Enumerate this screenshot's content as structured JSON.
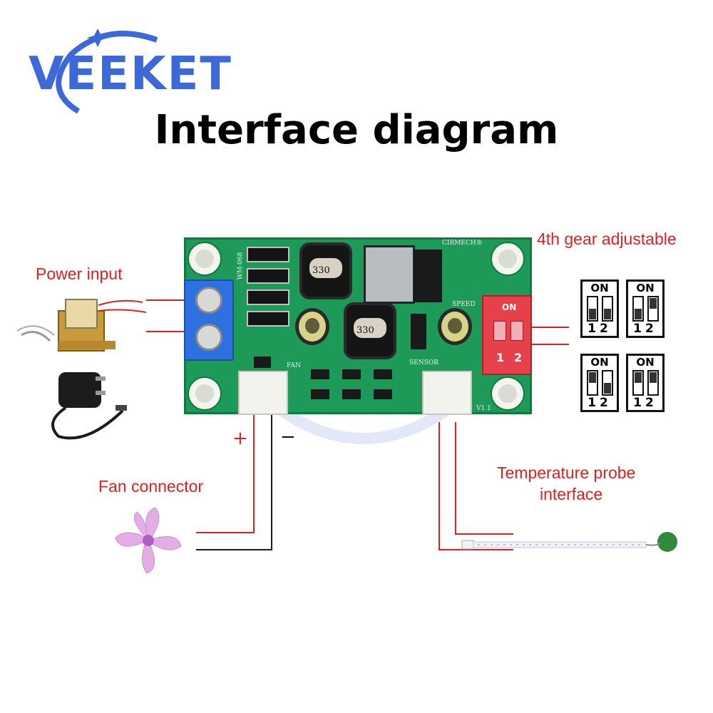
{
  "brand": {
    "name": "VEEKET",
    "color": "#3d68d8"
  },
  "title": "Interface diagram",
  "labels": {
    "power_input": "Power input",
    "fan_connector": "Fan connector",
    "temperature_probe": "Temperature probe",
    "temperature_probe_line2": "interface",
    "gear": "4th gear adjustable",
    "plus": "+",
    "minus": "−"
  },
  "board_silkscreen": {
    "brand": "CIRMECH®",
    "model": "WM-068",
    "fan": "FAN",
    "sensor": "SENSOR",
    "speed": "SPEED",
    "inductor": "330",
    "v": "V1.1"
  },
  "dip_switch": {
    "on": "ON",
    "pos1": "1",
    "pos2": "2"
  },
  "gear_settings": [
    {
      "on_label": "ON",
      "numbers": "12",
      "sw1": "off",
      "sw2": "off"
    },
    {
      "on_label": "ON",
      "numbers": "12",
      "sw1": "off",
      "sw2": "on"
    },
    {
      "on_label": "ON",
      "numbers": "12",
      "sw1": "on",
      "sw2": "off"
    },
    {
      "on_label": "ON",
      "numbers": "12",
      "sw1": "on",
      "sw2": "on"
    }
  ],
  "colors": {
    "label": "#e01f1f",
    "pcb": "#1d9a57",
    "dip": "#e6404a"
  }
}
